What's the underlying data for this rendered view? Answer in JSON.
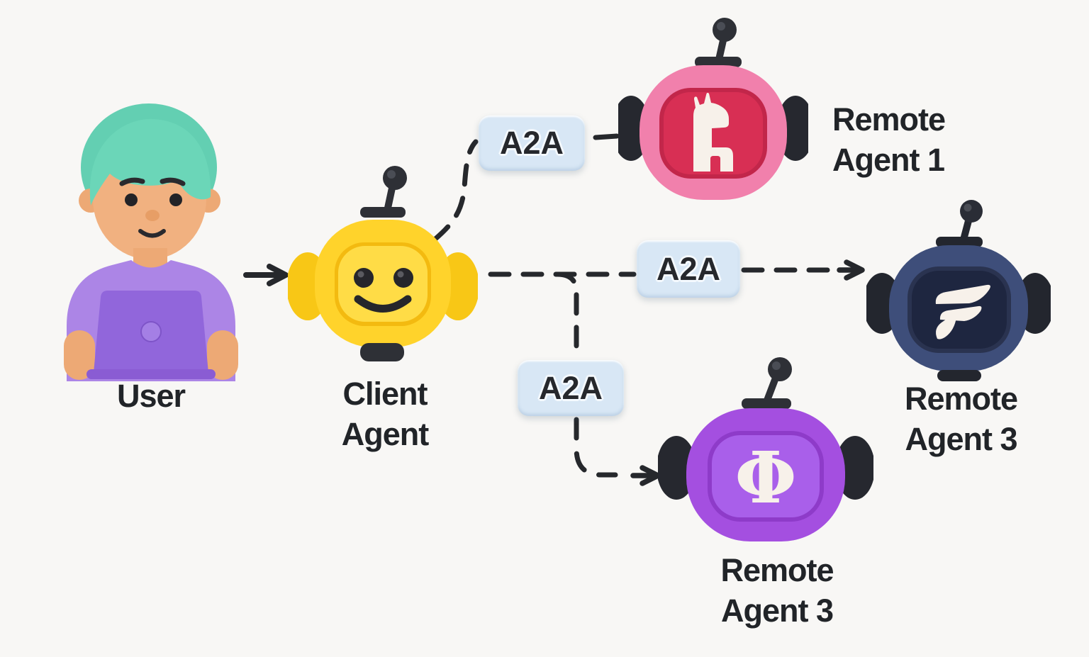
{
  "diagram": {
    "nodes": {
      "user": {
        "label": "User"
      },
      "client_agent": {
        "line1": "Client",
        "line2": "Agent"
      },
      "remote_agent_1": {
        "line1": "Remote",
        "line2": "Agent 1"
      },
      "remote_agent_3_right": {
        "line1": "Remote",
        "line2": "Agent 3"
      },
      "remote_agent_3_bottom": {
        "line1": "Remote",
        "line2": "Agent 3"
      }
    },
    "badges": {
      "top_label": "A2A",
      "middle_label": "A2A",
      "bottom_label": "A2A"
    },
    "icons": {
      "phi_glyph": "Φ",
      "remote_agent_1_icon": "llama-icon",
      "remote_agent_3_right_icon": "f-leaf-logo-icon",
      "client_agent_icon": "smiley-robot-face"
    },
    "colors": {
      "background": "#F8F7F5",
      "connector_line": "#26282C",
      "badge_background": "#D8E7F5",
      "badge_text": "#26282C",
      "label_text": "#212428",
      "client_shell_yellow": "#FFD32B",
      "client_screen_yellow": "#FFDC46",
      "remote1_shell_pink": "#F180AC",
      "remote1_screen_red": "#D82F54",
      "remote3_shell_navy": "#3E4E7A",
      "remote3_screen_navy": "#1E2640",
      "remote3b_shell_purple": "#A44FE0",
      "remote3b_screen_purple": "#A95FEA",
      "icon_white": "#F7F1EA",
      "robot_dark_parts": "#26282F",
      "user_hair_teal": "#63CFB2",
      "user_skin": "#F1B180",
      "user_shirt_purple": "#AC85E6",
      "user_laptop_purple": "#9166DB"
    }
  }
}
